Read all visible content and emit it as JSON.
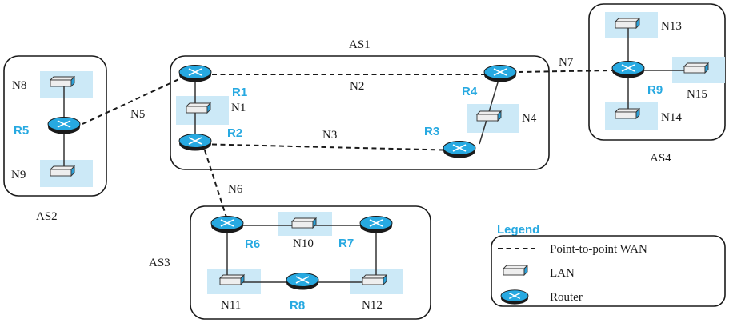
{
  "autonomous_systems": {
    "as1": "AS1",
    "as2": "AS2",
    "as3": "AS3",
    "as4": "AS4"
  },
  "routers": {
    "r1": "R1",
    "r2": "R2",
    "r3": "R3",
    "r4": "R4",
    "r5": "R5",
    "r6": "R6",
    "r7": "R7",
    "r8": "R8",
    "r9": "R9"
  },
  "networks": {
    "n1": "N1",
    "n2": "N2",
    "n3": "N3",
    "n4": "N4",
    "n5": "N5",
    "n6": "N6",
    "n7": "N7",
    "n8": "N8",
    "n9": "N9",
    "n10": "N10",
    "n11": "N11",
    "n12": "N12",
    "n13": "N13",
    "n14": "N14",
    "n15": "N15"
  },
  "legend": {
    "title": "Legend",
    "wan": "Point-to-point WAN",
    "lan": "LAN",
    "router": "Router"
  },
  "colors": {
    "router": "#27a9e1",
    "label_accent": "#27a9e1",
    "lan_background": "#cce9f7"
  },
  "icons": {
    "lan": "lan-switch-icon",
    "router": "router-icon"
  }
}
